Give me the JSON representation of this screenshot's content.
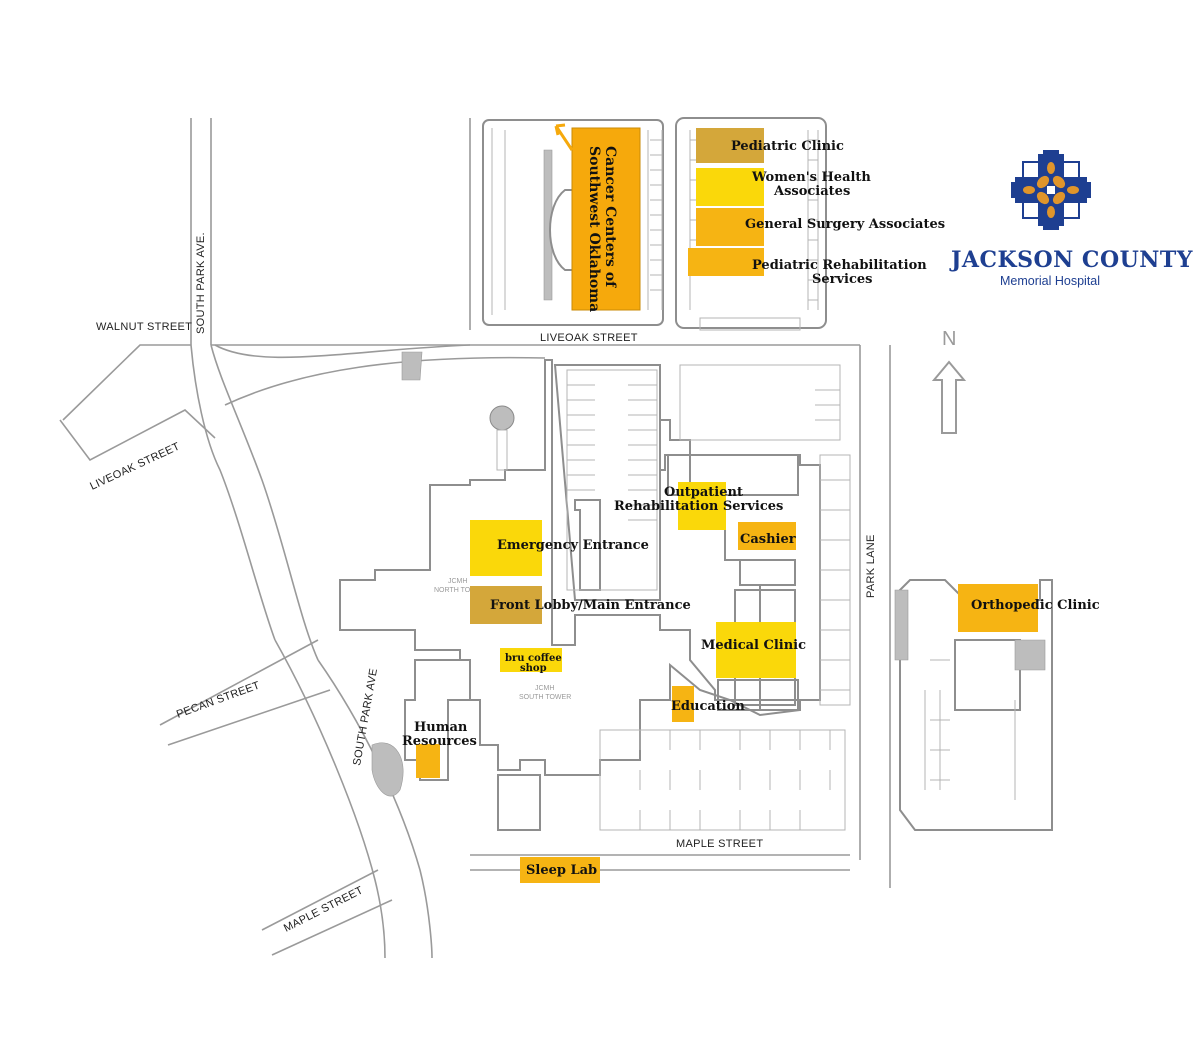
{
  "logo": {
    "title": "JACKSON COUNTY",
    "subtitle": "Memorial Hospital",
    "colors": {
      "blue": "#1e3f91",
      "orange": "#e0952b",
      "text": "#1e3f91"
    },
    "icon": "cross-logo-icon"
  },
  "compass": {
    "label": "N",
    "icon": "north-arrow-icon"
  },
  "streets": {
    "walnut": "WALNUT STREET",
    "south_park_top": "SOUTH PARK AVE.",
    "liveoak_top": "LIVEOAK STREET",
    "liveoak_left": "LIVEOAK STREET",
    "pecan": "PECAN STREET",
    "south_park_bottom": "SOUTH PARK AVE",
    "maple_bottom": "MAPLE STREET",
    "maple_left": "MAPLE STREET",
    "park_lane": "PARK LANE"
  },
  "towers": {
    "north_1": "JCMH",
    "north_2": "NORTH TOWER",
    "south_1": "JCMH",
    "south_2": "SOUTH TOWER"
  },
  "buildings": {
    "cancer_1": "Cancer Centers of",
    "cancer_2": "Southwest Oklahoma",
    "pediatric": "Pediatric Clinic",
    "womens_1": "Women's Health",
    "womens_2": "Associates",
    "surgery": "General Surgery Associates",
    "peds_rehab_1": "Pediatric Rehabilitation",
    "peds_rehab_2": "Services",
    "outpatient_1": "Outpatient",
    "outpatient_2": "Rehabilitation Services",
    "cashier": "Cashier",
    "emergency": "Emergency Entrance",
    "front_lobby": "Front Lobby/Main Entrance",
    "medical": "Medical Clinic",
    "orthopedic": "Orthopedic Clinic",
    "bru_1": "bru coffee",
    "bru_2": "shop",
    "education": "Education",
    "hr_1": "Human",
    "hr_2": "Resources",
    "sleep": "Sleep Lab"
  },
  "colors": {
    "yellow": "#fad80a",
    "amber": "#f6b413",
    "gold": "#f6a90c",
    "tan": "#d4a73a",
    "outline": "#8e8e8e"
  }
}
